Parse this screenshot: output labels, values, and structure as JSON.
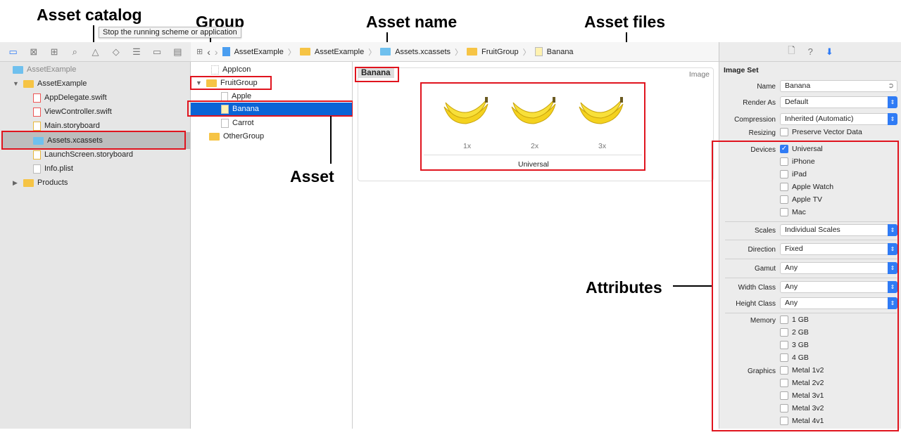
{
  "annotations": {
    "asset_catalog": "Asset catalog",
    "group": "Group",
    "asset_name": "Asset name",
    "asset_files": "Asset files",
    "asset": "Asset",
    "attributes": "Attributes"
  },
  "tooltip": "Stop the running scheme or application",
  "navigator": {
    "project": "AssetExample",
    "items": [
      {
        "label": "AssetExample",
        "type": "folder"
      },
      {
        "label": "AppDelegate.swift",
        "type": "swift"
      },
      {
        "label": "ViewController.swift",
        "type": "swift"
      },
      {
        "label": "Main.storyboard",
        "type": "storyboard"
      },
      {
        "label": "Assets.xcassets",
        "type": "xcassets",
        "selected": true
      },
      {
        "label": "LaunchScreen.storyboard",
        "type": "storyboard"
      },
      {
        "label": "Info.plist",
        "type": "plist"
      },
      {
        "label": "Products",
        "type": "folder"
      }
    ]
  },
  "breadcrumb": [
    "AssetExample",
    "AssetExample",
    "Assets.xcassets",
    "FruitGroup",
    "Banana"
  ],
  "asset_list": {
    "items": [
      {
        "label": "AppIcon"
      },
      {
        "label": "FruitGroup"
      },
      {
        "label": "Apple"
      },
      {
        "label": "Banana",
        "selected": true
      },
      {
        "label": "Carrot"
      },
      {
        "label": "OtherGroup"
      }
    ]
  },
  "editor": {
    "asset_name": "Banana",
    "kind": "Image",
    "slots": [
      "1x",
      "2x",
      "3x"
    ],
    "slot_group": "Universal"
  },
  "inspector": {
    "section": "Image Set",
    "name_label": "Name",
    "name_value": "Banana",
    "render_label": "Render As",
    "render_value": "Default",
    "compression_label": "Compression",
    "compression_value": "Inherited (Automatic)",
    "resizing_label": "Resizing",
    "resizing_value": "Preserve Vector Data",
    "devices_label": "Devices",
    "devices": [
      {
        "label": "Universal",
        "checked": true
      },
      {
        "label": "iPhone"
      },
      {
        "label": "iPad"
      },
      {
        "label": "Apple Watch"
      },
      {
        "label": "Apple TV"
      },
      {
        "label": "Mac"
      }
    ],
    "scales_label": "Scales",
    "scales_value": "Individual Scales",
    "direction_label": "Direction",
    "direction_value": "Fixed",
    "gamut_label": "Gamut",
    "gamut_value": "Any",
    "width_label": "Width Class",
    "width_value": "Any",
    "height_label": "Height Class",
    "height_value": "Any",
    "memory_label": "Memory",
    "memory": [
      "1 GB",
      "2 GB",
      "3 GB",
      "4 GB"
    ],
    "graphics_label": "Graphics",
    "graphics": [
      "Metal 1v2",
      "Metal 2v2",
      "Metal 3v1",
      "Metal 3v2",
      "Metal 4v1"
    ]
  },
  "colors": {
    "selection": "#0a64d6",
    "accent": "#2f7bf5",
    "annotation_box": "#e0141e"
  }
}
